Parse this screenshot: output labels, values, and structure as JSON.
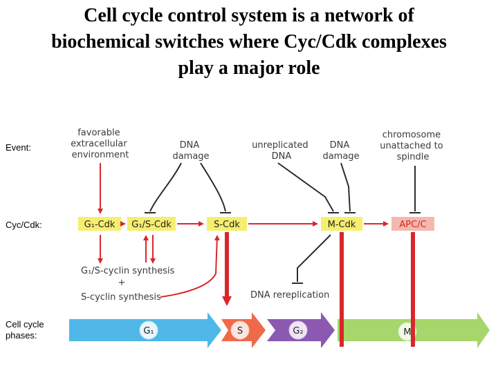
{
  "title": {
    "line1": "Cell cycle control system is a network of",
    "line2": "biochemical switches where Cyc/Cdk complexes",
    "line3": "play a major role"
  },
  "row_labels": {
    "event": "Event:",
    "cyc_cdk": "Cyc/Cdk:",
    "phases_line1": "Cell cycle",
    "phases_line2": "phases:"
  },
  "events": {
    "favorable": [
      "favorable",
      "extracellular",
      "environment"
    ],
    "dna_damage_1": [
      "DNA",
      "damage"
    ],
    "unreplicated_dna": [
      "unreplicated",
      "DNA"
    ],
    "dna_damage_2": [
      "DNA",
      "damage"
    ],
    "chromosome": [
      "chromosome",
      "unattached to",
      "spindle"
    ]
  },
  "complexes": {
    "g1_cdk": "G₁-Cdk",
    "g1s_cdk": "G₁/S-Cdk",
    "s_cdk": "S-Cdk",
    "m_cdk": "M-Cdk",
    "apc_c": "APC/C"
  },
  "synthesis": {
    "g1s_cyclin": "G₁/S-cyclin synthesis",
    "plus": "+",
    "s_cyclin": "S-cyclin synthesis",
    "dna_rereplication": "DNA rereplication"
  },
  "phases": {
    "g1": "G₁",
    "s": "S",
    "g2": "G₂",
    "m": "M"
  },
  "colors": {
    "activation_arrow": "#d9262b",
    "inhibition_line": "#2b2b2b",
    "complex_box": "#f6ee6e",
    "apc_box": "#f3b9b0",
    "phase_g1": "#4fb8e8",
    "phase_s": "#ef6a4a",
    "phase_g2": "#8b5ab0",
    "phase_m": "#a6d66c"
  }
}
